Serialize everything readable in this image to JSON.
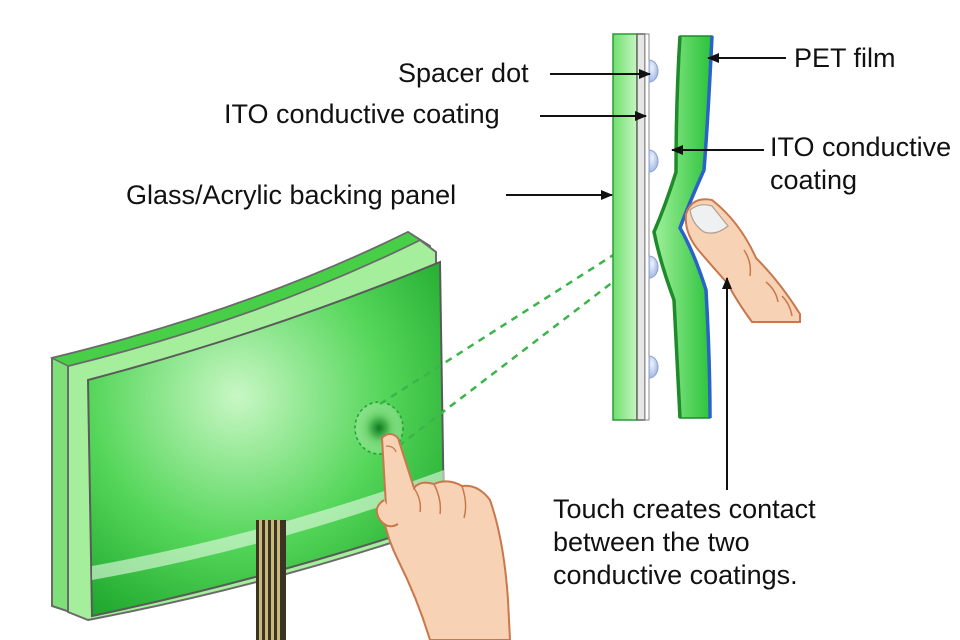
{
  "labels": {
    "spacer_dot": "Spacer dot",
    "ito_left": "ITO conductive coating",
    "glass_panel": "Glass/Acrylic backing panel",
    "pet_film": "PET film",
    "ito_right_line1": "ITO conductive",
    "ito_right_line2": "coating",
    "touch_line1": "Touch creates contact",
    "touch_line2": "between the two",
    "touch_line3": "conductive coatings."
  },
  "colors": {
    "panel_green": "#22c23a",
    "panel_light": "#8ef08a",
    "ito_blue": "#2a62c8",
    "ito_green": "#1e8a2a",
    "skin": "#f8d2b4",
    "skin_outline": "#c8784c",
    "spacer": "#b8c8e8",
    "text": "#111111"
  }
}
